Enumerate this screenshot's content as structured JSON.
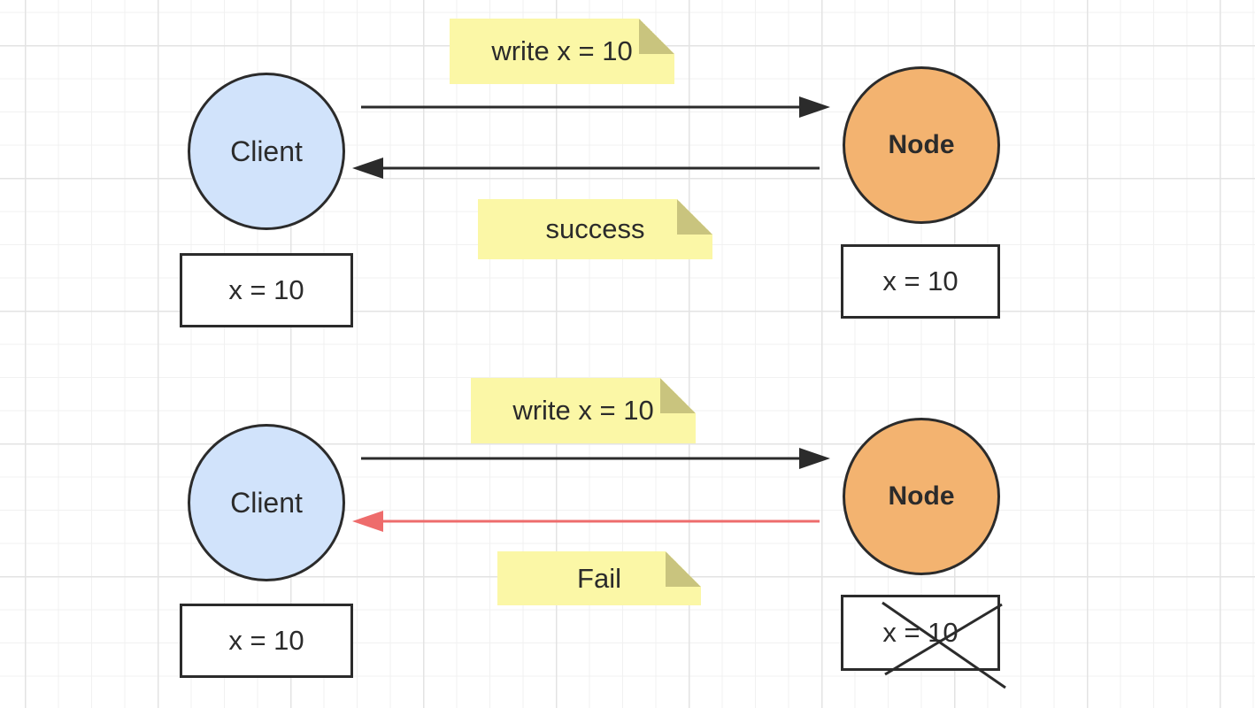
{
  "colors": {
    "client_fill": "#d1e3fb",
    "node_fill": "#f3b370",
    "note_fill": "#fbf7a6",
    "note_fold": "#c9c47e",
    "stroke": "#2b2b2b",
    "fail_arrow": "#ee6c6c",
    "grid": "#e3e3e3"
  },
  "scenario_success": {
    "client_label": "Client",
    "node_label": "Node",
    "client_value": "x = 10",
    "node_value": "x = 10",
    "request_note": "write x = 10",
    "response_note": "success"
  },
  "scenario_fail": {
    "client_label": "Client",
    "node_label": "Node",
    "client_value": "x = 10",
    "node_value": "x = 10",
    "node_value_crossed": true,
    "request_note": "write x = 10",
    "response_note": "Fail"
  }
}
